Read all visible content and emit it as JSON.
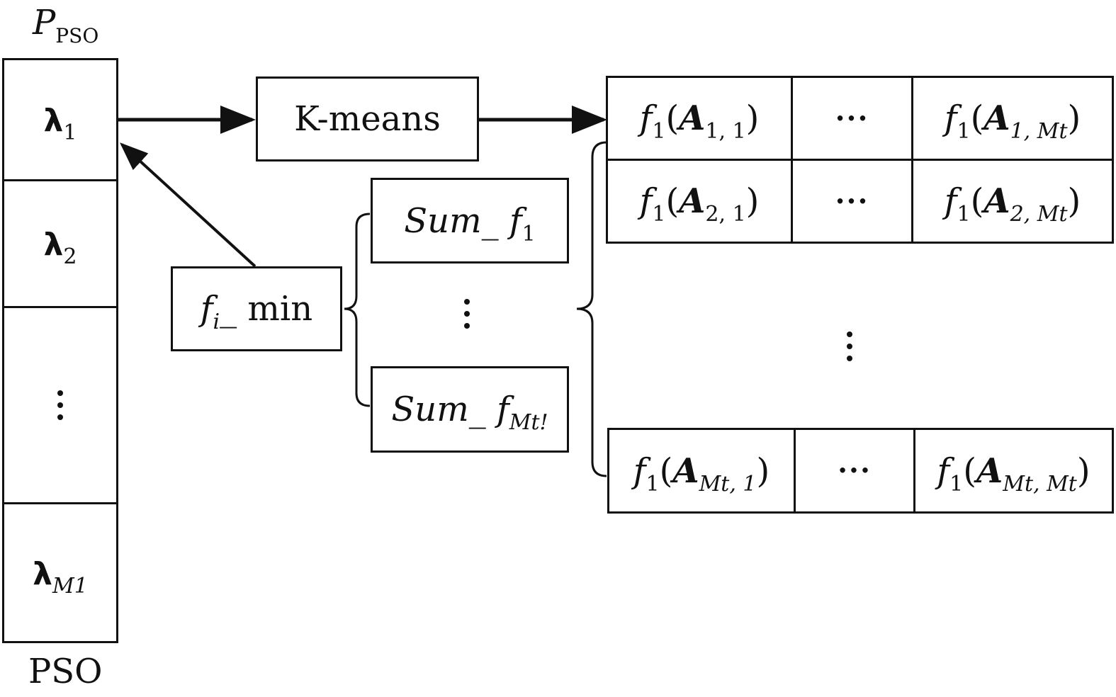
{
  "pso_column": {
    "top_label_main": "P",
    "top_label_sub": "PSO",
    "bottom_label": "PSO",
    "cells": [
      {
        "symbol": "λ",
        "sub": "1"
      },
      {
        "symbol": "λ",
        "sub": "2"
      },
      {
        "symbol": "",
        "sub": ""
      },
      {
        "symbol": "λ",
        "sub": "M1"
      }
    ]
  },
  "kmeans": {
    "label": "K-means"
  },
  "fmin": {
    "f": "f",
    "sub": "i",
    "suffix": "_ min"
  },
  "sums": [
    {
      "prefix": "Sum_ f",
      "sub": "1"
    },
    {
      "prefix": "Sum_ f",
      "sub": "Mt!"
    }
  ],
  "matrix": {
    "row1": {
      "c1": {
        "f": "f",
        "fsub": "1",
        "A": "A",
        "idx": "1, 1"
      },
      "c2": "···",
      "c3": {
        "f": "f",
        "fsub": "1",
        "A": "A",
        "idx": "1, Mt"
      }
    },
    "row2": {
      "c1": {
        "f": "f",
        "fsub": "1",
        "A": "A",
        "idx": "2, 1"
      },
      "c2": "···",
      "c3": {
        "f": "f",
        "fsub": "1",
        "A": "A",
        "idx": "2, Mt"
      }
    },
    "row3": {
      "c1": {
        "f": "f",
        "fsub": "1",
        "A": "A",
        "idx": "Mt, 1"
      },
      "c2": "···",
      "c3": {
        "f": "f",
        "fsub": "1",
        "A": "A",
        "idx": "Mt, Mt"
      }
    }
  }
}
